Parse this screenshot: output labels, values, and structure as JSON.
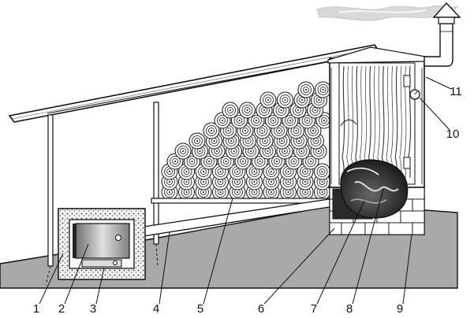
{
  "labels": [
    "1",
    "2",
    "3",
    "4",
    "5",
    "6",
    "7",
    "8",
    "9",
    "10",
    "11"
  ],
  "colors": {
    "ink": "#111111",
    "ground": "#a9a9a9",
    "smoke": "#d9d9d9",
    "firebox": "#bfbfbf",
    "insulation": "#f2f2f2",
    "log": "#ffffff",
    "background": "#ffffff"
  },
  "icons": [
    "smoke-puff",
    "chimney-cap",
    "thermometer",
    "firewood-log",
    "stone-block",
    "fish-carcass"
  ]
}
